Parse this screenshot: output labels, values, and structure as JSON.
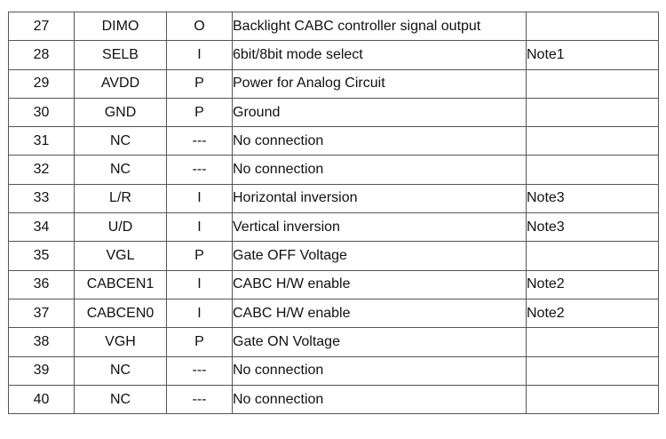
{
  "rows": [
    {
      "no": "27",
      "name": "DIMO",
      "io": "O",
      "desc": "Backlight CABC controller signal output",
      "note": ""
    },
    {
      "no": "28",
      "name": "SELB",
      "io": "I",
      "desc": "6bit/8bit mode select",
      "note": "Note1"
    },
    {
      "no": "29",
      "name": "AVDD",
      "io": "P",
      "desc": "Power for Analog Circuit",
      "note": ""
    },
    {
      "no": "30",
      "name": "GND",
      "io": "P",
      "desc": "Ground",
      "note": ""
    },
    {
      "no": "31",
      "name": "NC",
      "io": "---",
      "desc": "No connection",
      "note": ""
    },
    {
      "no": "32",
      "name": "NC",
      "io": "---",
      "desc": "No connection",
      "note": ""
    },
    {
      "no": "33",
      "name": "L/R",
      "io": "I",
      "desc": "Horizontal inversion",
      "note": "Note3"
    },
    {
      "no": "34",
      "name": "U/D",
      "io": "I",
      "desc": "Vertical inversion",
      "note": "Note3"
    },
    {
      "no": "35",
      "name": "VGL",
      "io": "P",
      "desc": "Gate OFF Voltage",
      "note": ""
    },
    {
      "no": "36",
      "name": "CABCEN1",
      "io": "I",
      "desc": "CABC H/W enable",
      "note": "Note2"
    },
    {
      "no": "37",
      "name": "CABCEN0",
      "io": "I",
      "desc": "CABC H/W enable",
      "note": "Note2"
    },
    {
      "no": "38",
      "name": "VGH",
      "io": "P",
      "desc": "Gate ON Voltage",
      "note": ""
    },
    {
      "no": "39",
      "name": "NC",
      "io": "---",
      "desc": "No connection",
      "note": ""
    },
    {
      "no": "40",
      "name": "NC",
      "io": "---",
      "desc": "No connection",
      "note": ""
    }
  ]
}
